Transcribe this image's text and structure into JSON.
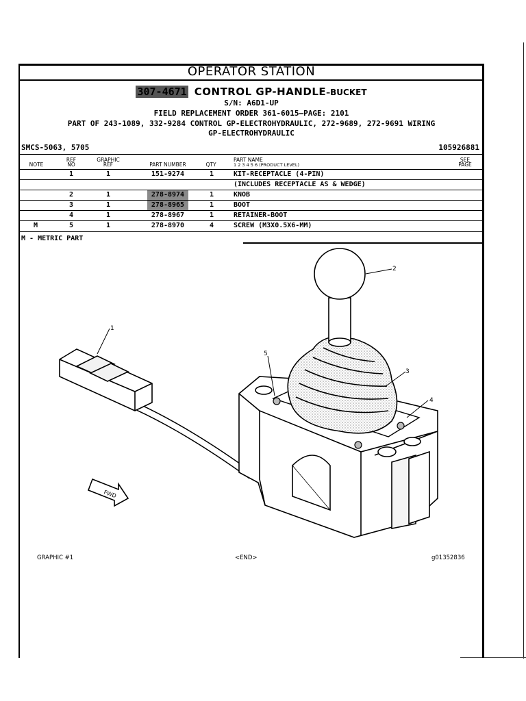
{
  "header": {
    "station": "OPERATOR STATION",
    "group_number": "307-4671",
    "group_name": "CONTROL GP-HANDLE",
    "group_suffix": "–BUCKET",
    "serial": "S/N: A6D1-UP",
    "field_order": "FIELD REPLACEMENT ORDER  361-6015—PAGE: 2101",
    "part_of_line1": "PART OF 243-1089, 332-9284 CONTROL GP-ELECTROHYDRAULIC, 272-9689, 272-9691 WIRING",
    "part_of_line2": "GP-ELECTROHYDRAULIC",
    "smcs": "SMCS-5063, 5705",
    "illustration_id": "105926881"
  },
  "table": {
    "col_note": "NOTE",
    "col_ref_1": "REF",
    "col_ref_2": "NO",
    "col_graphic_1": "GRAPHIC",
    "col_graphic_2": "REF",
    "col_part_number": "PART NUMBER",
    "col_qty": "QTY",
    "col_part_name": "PART NAME",
    "col_levels": "1   2   3   4   5   6   (PRODUCT LEVEL)",
    "col_see_1": "SEE",
    "col_see_2": "PAGE",
    "rows": [
      {
        "note": "",
        "ref": "1",
        "graphic": "1",
        "part_number": "151-9274",
        "qty": "1",
        "name": "KIT-RECEPTACLE (4-PIN)"
      },
      {
        "note": "",
        "ref": "",
        "graphic": "",
        "part_number": "",
        "qty": "",
        "name": "(INCLUDES RECEPTACLE AS & WEDGE)"
      },
      {
        "note": "",
        "ref": "2",
        "graphic": "1",
        "part_number": "278-8974",
        "qty": "1",
        "name": "KNOB"
      },
      {
        "note": "",
        "ref": "3",
        "graphic": "1",
        "part_number": "278-8965",
        "qty": "1",
        "name": "BOOT"
      },
      {
        "note": "",
        "ref": "4",
        "graphic": "1",
        "part_number": "278-8967",
        "qty": "1",
        "name": "RETAINER-BOOT"
      },
      {
        "note": "M",
        "ref": "5",
        "graphic": "1",
        "part_number": "278-8970",
        "qty": "4",
        "name": "SCREW (M3X0.5X6-MM)"
      }
    ],
    "metric_note": "M - METRIC PART"
  },
  "drawing": {
    "callouts": [
      "1",
      "2",
      "3",
      "4",
      "5"
    ],
    "fwd_label": "FWD"
  },
  "footer": {
    "graphic": "GRAPHIC #1",
    "end": "<END>",
    "graphic_id": "g01352836"
  }
}
